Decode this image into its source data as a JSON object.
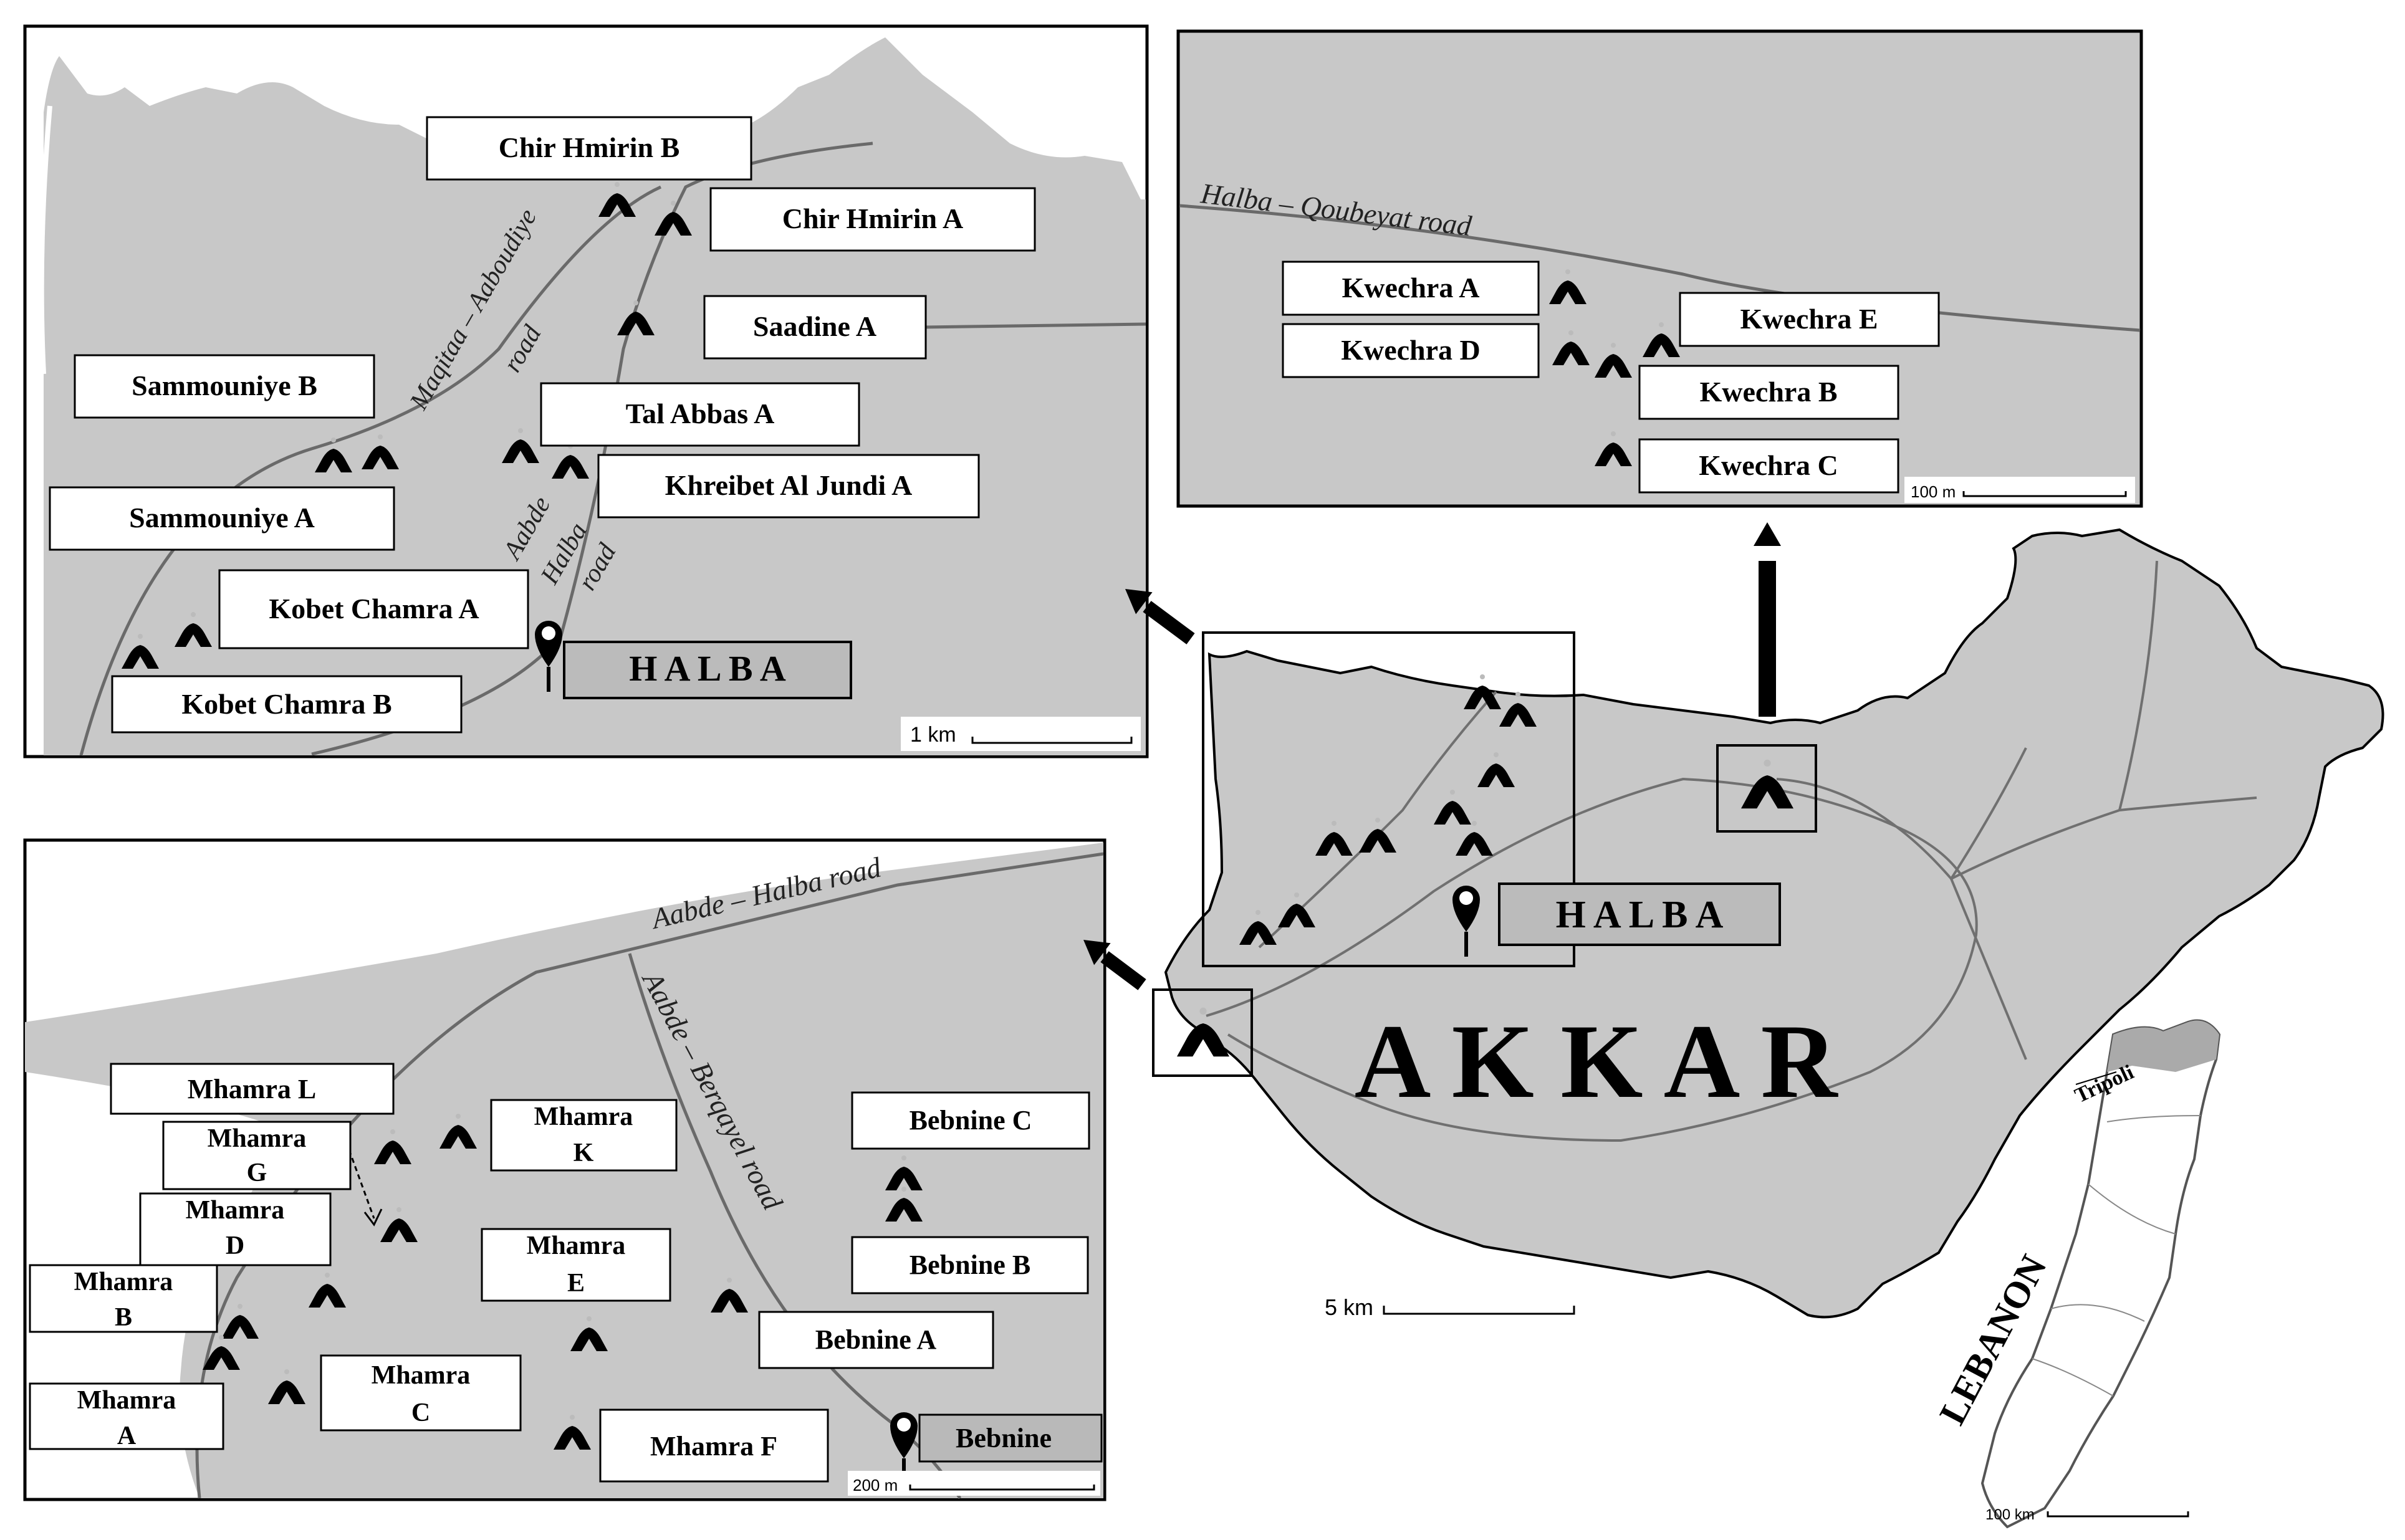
{
  "colors": {
    "land": "#c8c8c8",
    "box": "#ffffff",
    "dark_box": "#b9b9b9",
    "road": "#6a6a6a",
    "ink": "#000000"
  },
  "icons": {
    "camp": "tent-icon",
    "town": "map-pin-icon",
    "direction": "arrow-icon"
  },
  "top_left_panel": {
    "labels": {
      "chir_hmirin_b": "Chir Hmirin B",
      "chir_hmirin_a": "Chir Hmirin A",
      "saadine_a": "Saadine A",
      "sammouniye_b": "Sammouniye B",
      "tal_abbas_a": "Tal Abbas A",
      "khreibet": "Khreibet Al Jundi A",
      "sammouniye_a": "Sammouniye A",
      "kobet_chamra_a": "Kobet Chamra A",
      "kobet_chamra_b": "Kobet Chamra B",
      "halba": "H A L B A"
    },
    "roads": {
      "maqitaa_1": "Maqitaa – Aaboudiye",
      "maqitaa_2": "road",
      "aabde_1": "Aabde",
      "aabde_2": "Halba",
      "aabde_3": "road"
    },
    "scale": "1 km"
  },
  "top_right_panel": {
    "labels": {
      "kwechra_a": "Kwechra A",
      "kwechra_d": "Kwechra D",
      "kwechra_e": "Kwechra E",
      "kwechra_b": "Kwechra B",
      "kwechra_c": "Kwechra C"
    },
    "road": "Halba – Qoubeyat road",
    "scale": "100 m"
  },
  "bottom_left_panel": {
    "labels": {
      "mhamra_l": "Mhamra L",
      "mhamra_g_1": "Mhamra",
      "mhamra_g_2": "G",
      "mhamra_d_1": "Mhamra",
      "mhamra_d_2": "D",
      "mhamra_b_1": "Mhamra",
      "mhamra_b_2": "B",
      "mhamra_a_1": "Mhamra",
      "mhamra_a_2": "A",
      "mhamra_k_1": "Mhamra",
      "mhamra_k_2": "K",
      "mhamra_e_1": "Mhamra",
      "mhamra_e_2": "E",
      "mhamra_c_1": "Mhamra",
      "mhamra_c_2": "C",
      "mhamra_f": "Mhamra F",
      "bebnine_c": "Bebnine C",
      "bebnine_b": "Bebnine B",
      "bebnine_a": "Bebnine A",
      "bebnine": "Bebnine"
    },
    "roads": {
      "aabde_halba": "Aabde – Halba road",
      "aabde_berqayel": "Aabde – Berqayel road"
    },
    "scale": "200 m"
  },
  "main_map": {
    "region": "A K K A R",
    "halba": "H A L B A",
    "scale": "5 km"
  },
  "inset": {
    "country": "LEBANON",
    "city": "Tripoli",
    "scale": "100 km"
  }
}
